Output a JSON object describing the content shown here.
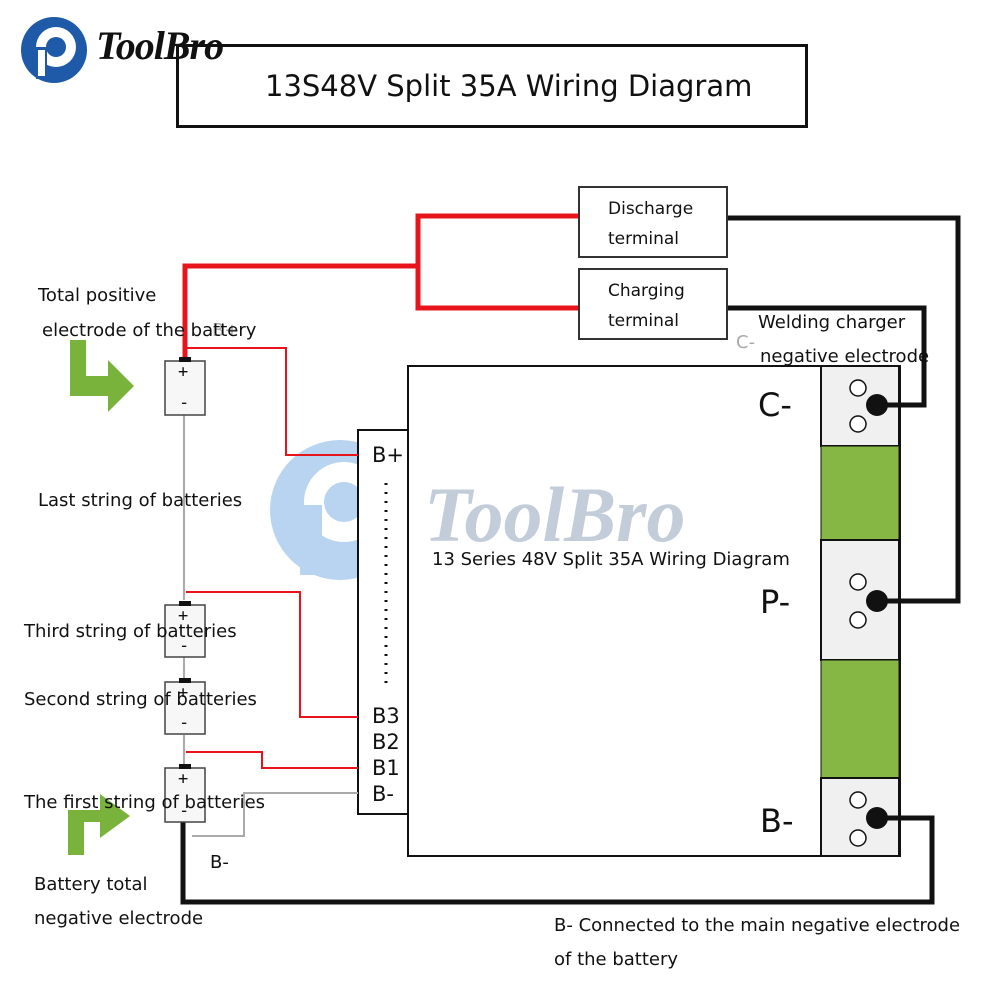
{
  "brand": {
    "name": "ToolBro",
    "watermark": "ToolBro",
    "logo_color": "#1e5aa8"
  },
  "title": "13S48V Split 35A Wiring Diagram",
  "board_caption": "13 Series 48V Split 35A Wiring Diagram",
  "terminals": {
    "discharge": [
      "Discharge",
      "terminal"
    ],
    "charging": [
      "Charging",
      "terminal"
    ]
  },
  "labels": {
    "total_positive": [
      "Total positive",
      "electrode of the battery"
    ],
    "last_string": "Last string of batteries",
    "third_string": "Third string of batteries",
    "second_string": "Second string of batteries",
    "first_string": "The first string of batteries",
    "total_negative": [
      "Battery total",
      "negative electrode"
    ],
    "welding": [
      "Welding charger",
      "negative electrode"
    ],
    "b_minus_note": [
      "B- Connected to the main negative electrode",
      "of the battery"
    ],
    "faded_b_plus": "B+",
    "faded_c_minus": "C-",
    "b_minus_wire": "B-"
  },
  "pins": [
    "B+",
    "B3",
    "B2",
    "B1",
    "B-"
  ],
  "ports": [
    "C-",
    "P-",
    "B-"
  ],
  "cell": {
    "plus": "+",
    "minus": "-"
  },
  "colors": {
    "positive_wire": "#e8141b",
    "negative_wire": "#111111",
    "board_green": "#86b644",
    "sense_wire": "#aaaaaa",
    "arrow_green": "#7ab33c"
  }
}
